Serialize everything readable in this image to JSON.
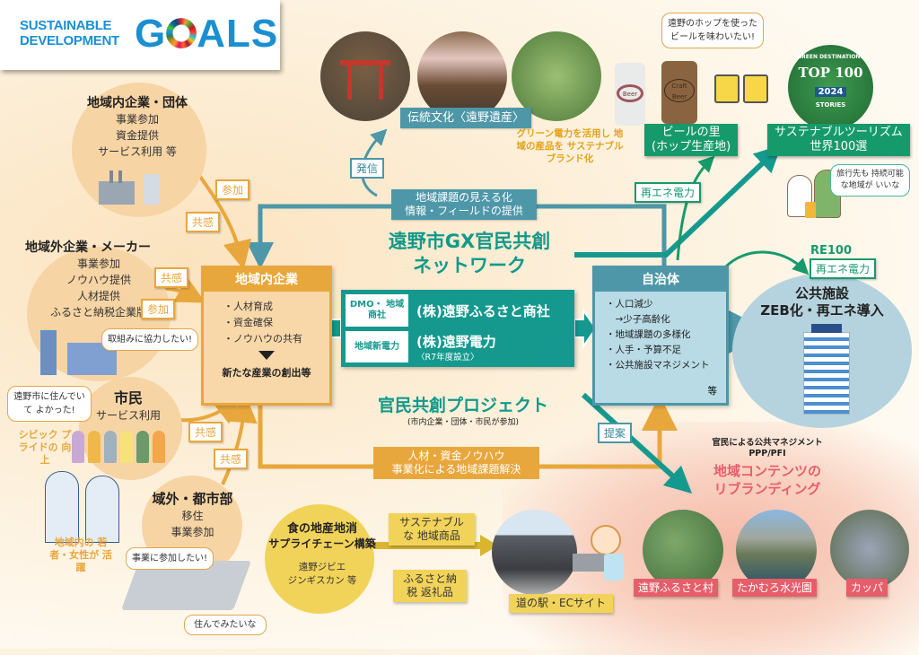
{
  "logo": {
    "line1": "SUSTAINABLE",
    "line2": "DEVELOPMENT",
    "goals": "G●ALS"
  },
  "stakeholders": {
    "local_companies": {
      "title": "地域内企業・団体",
      "lines": [
        "事業参加",
        "資金提供",
        "サービス利用 等"
      ]
    },
    "external_companies": {
      "title": "地域外企業・メーカー",
      "lines": [
        "事業参加",
        "ノウハウ提供",
        "人材提供",
        "ふるさと納税企業版"
      ],
      "bubble": "取組みに協力したい!"
    },
    "citizens": {
      "title": "市民",
      "lines": [
        "サービス利用"
      ],
      "bubble": "遠野市に住んでいて よかった!"
    },
    "urban": {
      "title": "域外・都市部",
      "lines": [
        "移住",
        "事業参加"
      ],
      "bubble1": "事業に参加したい!",
      "bubble2": "住んでみたいな"
    }
  },
  "tags": {
    "sanka": "参加",
    "kyokan": "共感",
    "hasshin": "発信",
    "teian": "提案",
    "saiene": "再エネ電力"
  },
  "civic_pride": "シビック プライドの 向上",
  "youth_women": "地域内の 若者・女性が 活躍",
  "local_enterprise_box": {
    "header": "地域内企業",
    "items": [
      "・人材育成",
      "・資金確保",
      "・ノウハウの共有"
    ],
    "result": "新たな産業の創出等"
  },
  "municipality_box": {
    "header": "自治体",
    "items": [
      "・人口減少",
      "　→少子高齢化",
      "・地域課題の多様化",
      "・人手・予算不足",
      "・公共施設マネジメント"
    ],
    "etc": "等"
  },
  "network": {
    "title_line1": "遠野市GX官民共創",
    "title_line2": "ネットワーク",
    "dmo_label": "DMO・ 地域商社",
    "dmo_name": "(株)遠野ふるさと商社",
    "power_label": "地域新電力",
    "power_name": "(株)遠野電力",
    "power_sub": "〈R7年度設立〉",
    "project_title": "官民共創プロジェクト",
    "project_sub": "(市内企業・団体・市民が参加)"
  },
  "visualization_banner": {
    "line1": "地域課題の見える化",
    "line2": "情報・フィールドの提供"
  },
  "traditional_culture": "伝統文化〈遠野遺産〉",
  "green_power_text": "グリーン電力を活用し 地域の産品を サステナブルブランド化",
  "beer": {
    "bubble": "遠野のホップを使った ビールを味わいたい!",
    "banner_line1": "ビールの里",
    "banner_line2": "(ホップ生産地)",
    "can1": "Beer",
    "can2": "Craft Beer"
  },
  "tourism": {
    "badge_top": "GREEN DESTINATIONS",
    "badge_mid": "TOP 100",
    "badge_year": "2024",
    "badge_bottom": "STORIES",
    "banner_line1": "サステナブルツーリズム",
    "banner_line2": "世界100選",
    "bubble": "旅行先も 持続可能な地域が いいな"
  },
  "public_facility": {
    "re100": "RE100",
    "title_line1": "公共施設",
    "title_line2": "ZEB化・再エネ導入"
  },
  "bottom_banner": {
    "line1": "人材・資金ノウハウ",
    "line2": "事業化による地域課題解決"
  },
  "food": {
    "title_line1": "食の地産地消",
    "title_line2": "サプライチェーン構築",
    "lines": [
      "遠野ジビエ",
      "ジンギスカン 等"
    ],
    "product1": "サステナブルな 地域商品",
    "product2": "ふるさと納税 返礼品",
    "station": "道の駅・ECサイト"
  },
  "rebranding": {
    "pppline1": "官民による公共マネジメント",
    "pppline2": "PPP/PFI",
    "title_line1": "地域コンテンツの",
    "title_line2": "リブランディング",
    "spots": [
      "遠野ふるさと村",
      "たかむろ水光園",
      "カッパ"
    ]
  },
  "colors": {
    "orange": "#e8a73c",
    "teal": "#4d97a8",
    "network_teal": "#15998f",
    "green": "#179a6b",
    "pink": "#e65e6a",
    "yellow": "#f2d35a"
  }
}
